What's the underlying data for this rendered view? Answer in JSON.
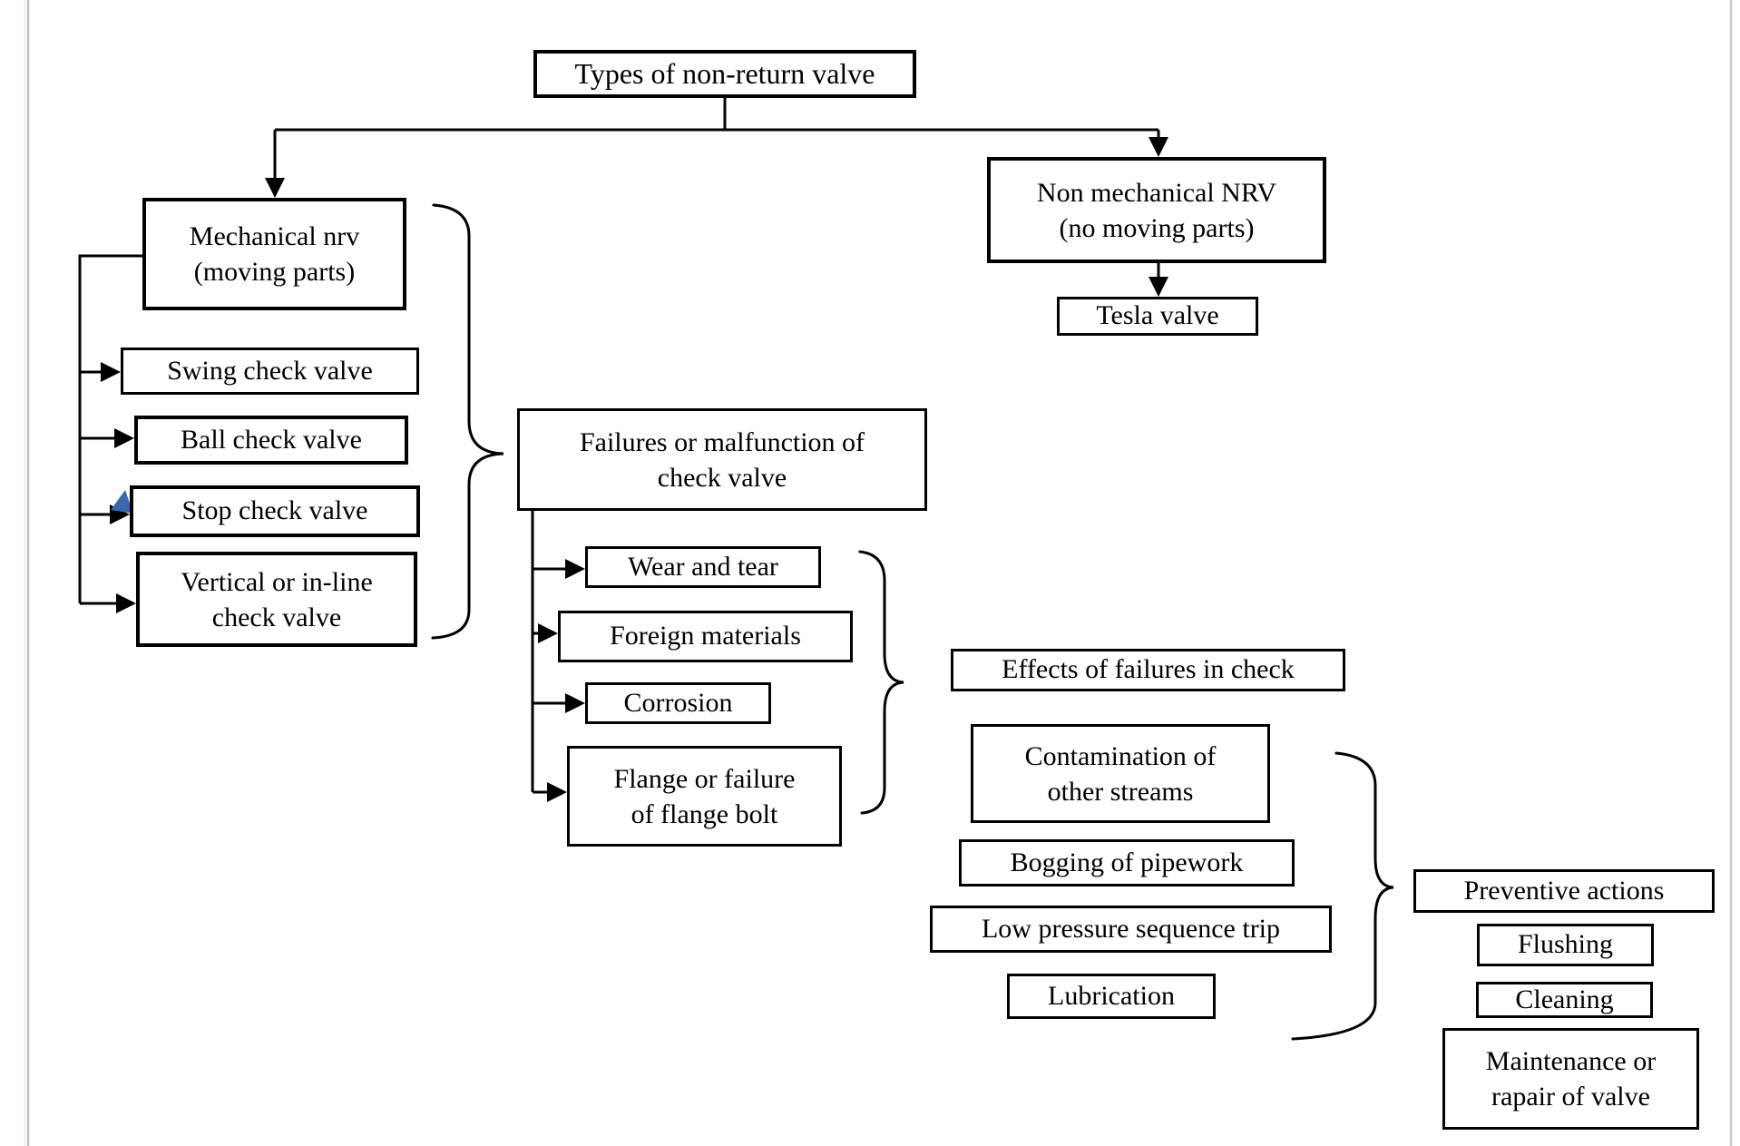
{
  "colors": {
    "line": "#000000",
    "text": "#000000",
    "box_border": "#000000",
    "accent_blue": "#3a67b0",
    "page_border_outer": "#e8e8e8",
    "page_border_inner": "#c2c2c2",
    "page_border_right": "#c9c9c9",
    "background": "#ffffff"
  },
  "diagram": {
    "root_label": "Types of non-return valve",
    "mechanical": {
      "label": "Mechanical nrv\n(moving parts)",
      "valve_types": [
        "Swing check valve",
        "Ball check valve",
        "Stop check valve",
        "Vertical or in-line\ncheck valve"
      ]
    },
    "non_mechanical": {
      "label": "Non mechanical NRV\n(no moving parts)",
      "valve_types": [
        "Tesla valve"
      ]
    },
    "failures": {
      "label": "Failures or malfunction of\ncheck valve",
      "modes": [
        "Wear and tear",
        "Foreign materials",
        "Corrosion",
        "Flange or failure\nof flange bolt"
      ]
    },
    "effects": {
      "label": "Effects of failures in check",
      "items": [
        "Contamination of\nother streams",
        "Bogging of pipework",
        "Low pressure sequence trip",
        "Lubrication"
      ]
    },
    "preventive": {
      "label": "Preventive actions",
      "actions": [
        "Flushing",
        "Cleaning",
        "Maintenance or\nrapair of valve"
      ]
    }
  }
}
